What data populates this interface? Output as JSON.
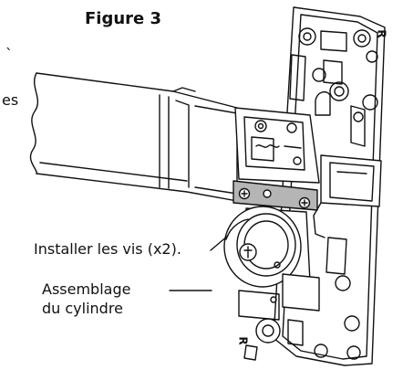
{
  "figure": {
    "title": "Figure 3"
  },
  "callouts": {
    "install_screws": "Installer les vis (x2).",
    "cylinder_line1": "Assemblage",
    "cylinder_line2": "du cylindre",
    "cut_fragment_top": "ˎ",
    "cut_fragment_side": "es"
  },
  "plate_marks": {
    "top": "R",
    "bottom": "R"
  },
  "colors": {
    "ink": "#111111",
    "highlight": "#b5b5b5",
    "fill": "#ffffff"
  }
}
